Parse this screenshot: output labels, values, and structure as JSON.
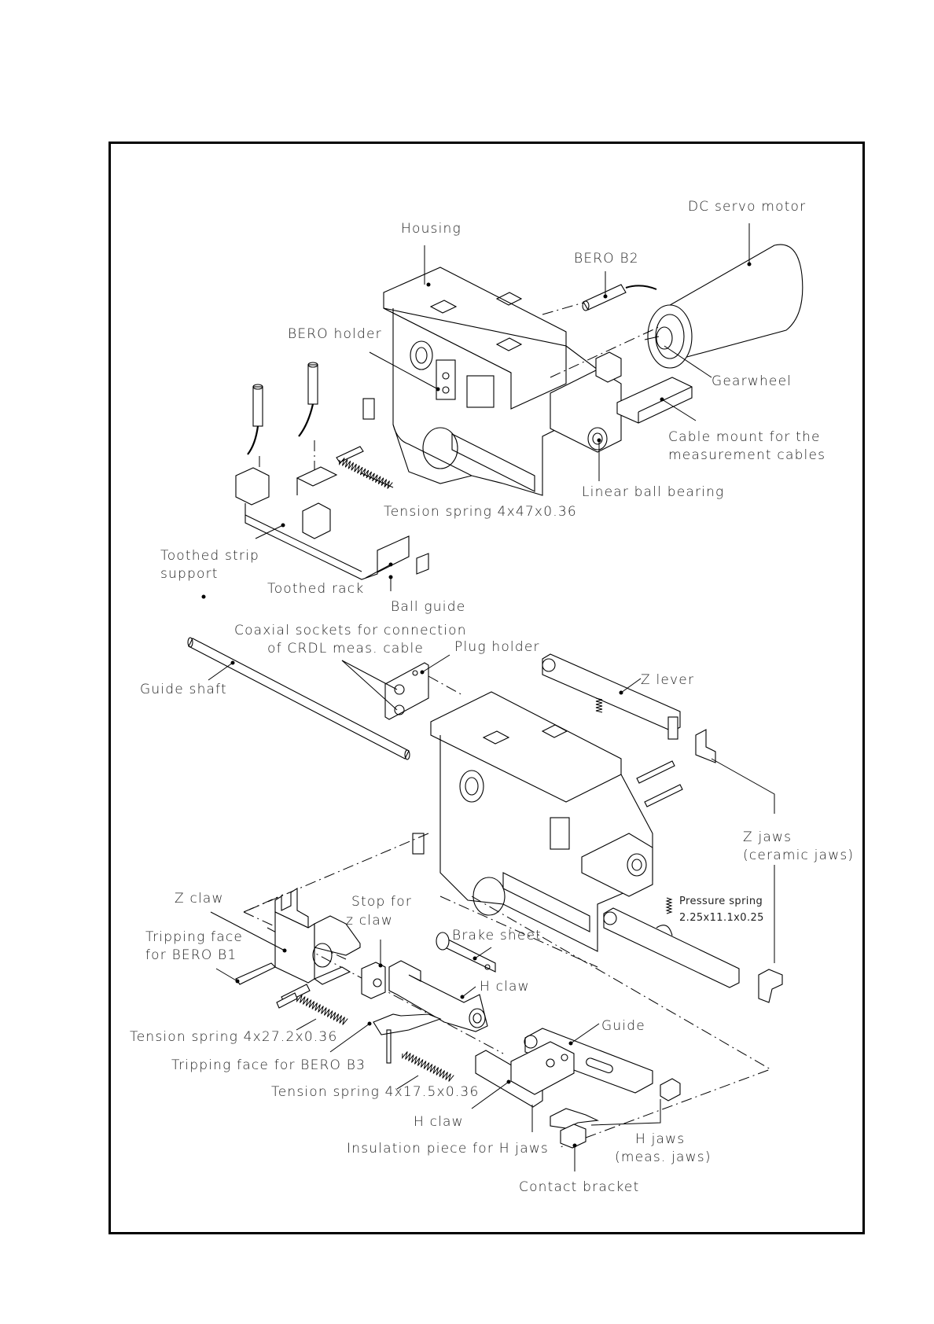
{
  "document": {
    "type": "exploded assembly drawing",
    "frame_color": "#000000"
  },
  "labels": {
    "housing": "Housing",
    "dc_servo_motor": "DC servo motor",
    "bero_b2": "BERO B2",
    "bero_holder": "BERO holder",
    "gearwheel": "Gearwheel",
    "cable_mount_line1": "Cable mount for the",
    "cable_mount_line2": "measurement cables",
    "linear_ball_bearing": "Linear ball bearing",
    "tension_spring_top": "Tension spring 4x47x0.36",
    "toothed_strip_line1": "Toothed strip",
    "toothed_strip_line2": "support",
    "toothed_rack": "Toothed rack",
    "ball_guide": "Ball guide",
    "coaxial_line1": "Coaxial sockets for connection",
    "coaxial_line2": "of CRDL meas. cable",
    "plug_holder": "Plug holder",
    "guide_shaft": "Guide shaft",
    "z_lever": "Z lever",
    "z_jaws_line1": "Z jaws",
    "z_jaws_line2": "(ceramic jaws)",
    "pressure_spring_line1": "Pressure spring",
    "pressure_spring_line2": "2.25x11.1x0.25",
    "z_claw": "Z claw",
    "stop_line1": "Stop for",
    "stop_line2": "z claw",
    "brake_sheet": "Brake sheet",
    "tripping_b1_line1": "Tripping face",
    "tripping_b1_line2": "for BERO B1",
    "h_claw_upper": "H claw",
    "guide": "Guide",
    "tension_spring_27": "Tension spring 4x27.2x0.36",
    "tripping_b3": "Tripping face for BERO B3",
    "tension_spring_17": "Tension spring 4x17.5x0.36",
    "h_claw_lower": "H claw",
    "insulation_piece": "Insulation piece for H jaws",
    "h_jaws_line1": "H jaws",
    "h_jaws_line2": "(meas. jaws)",
    "contact_bracket": "Contact bracket"
  }
}
